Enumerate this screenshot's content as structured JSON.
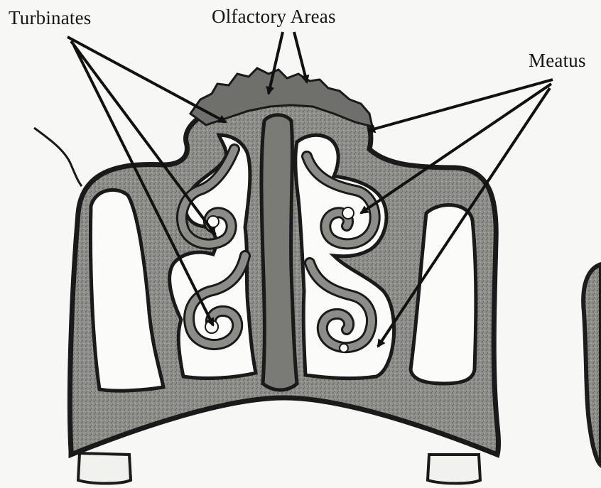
{
  "labels": {
    "turbinates": "Turbinates",
    "olfactory_areas": "Olfactory Areas",
    "meatus": "Meatus"
  },
  "colors": {
    "background": "#f7f7f5",
    "tissue": "#8a8a86",
    "tissue_outline": "#1c1c1c",
    "cavity": "#fbfbf9",
    "arrow": "#111111"
  }
}
